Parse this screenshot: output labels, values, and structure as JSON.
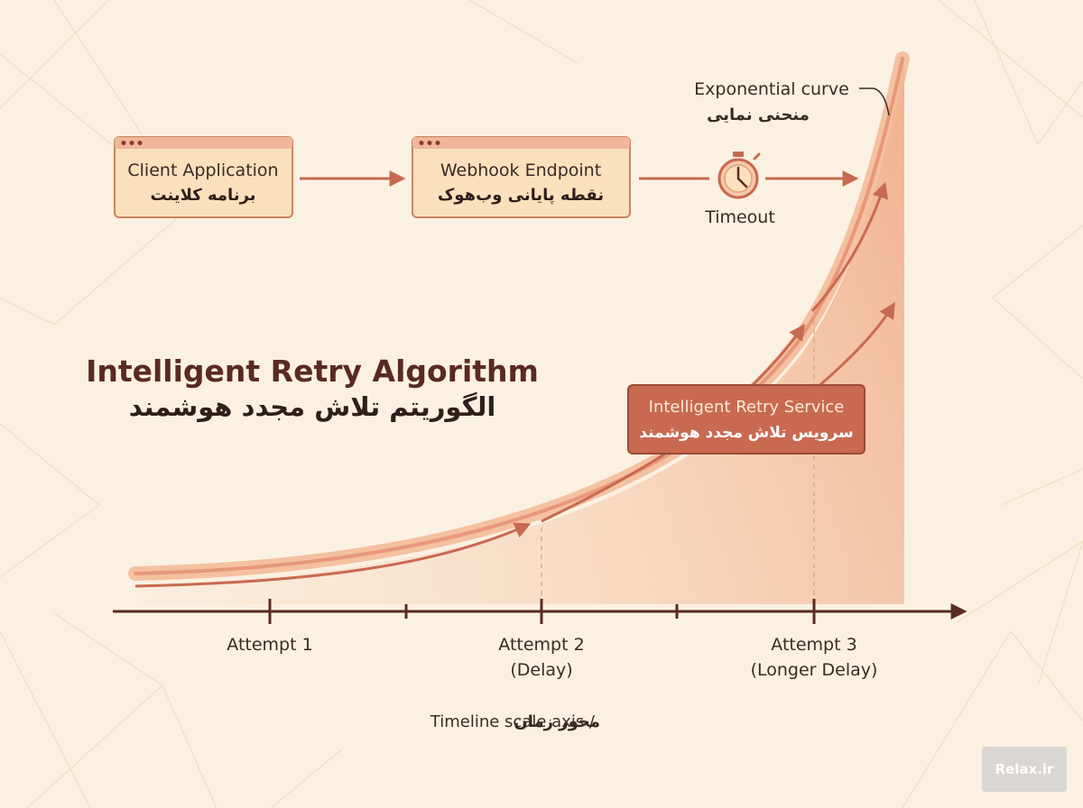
{
  "title": {
    "en": "Intelligent Retry Algorithm",
    "fa": "الگوریتم تلاش مجدد هوشمند"
  },
  "client_box": {
    "en": "Client Application",
    "fa": "برنامه کلاینت"
  },
  "webhook_box": {
    "en": "Webhook Endpoint",
    "fa": "نقطه پایانی وب‌هوک"
  },
  "timeout": {
    "label": "Timeout",
    "icon": "stopwatch-icon"
  },
  "curve_label": {
    "en": "Exponential curve",
    "fa": "منحنی نمایی"
  },
  "service_box": {
    "en": "Intelligent Retry Service",
    "fa": "سرویس تلاش مجدد هوشمند"
  },
  "attempts": [
    {
      "line1": "Attempt 1",
      "line2": ""
    },
    {
      "line1": "Attempt 2",
      "line2": "(Delay)"
    },
    {
      "line1": "Attempt 3",
      "line2": "(Longer Delay)"
    }
  ],
  "axis_label": {
    "en": "Timeline scale axis /",
    "fa": "محور زمان"
  },
  "watermark": "Relax.ir",
  "colors": {
    "background": "#fbf1e2",
    "accent": "#c86a50",
    "box_fill": "#fbe0bd",
    "dark": "#5a2a22"
  }
}
